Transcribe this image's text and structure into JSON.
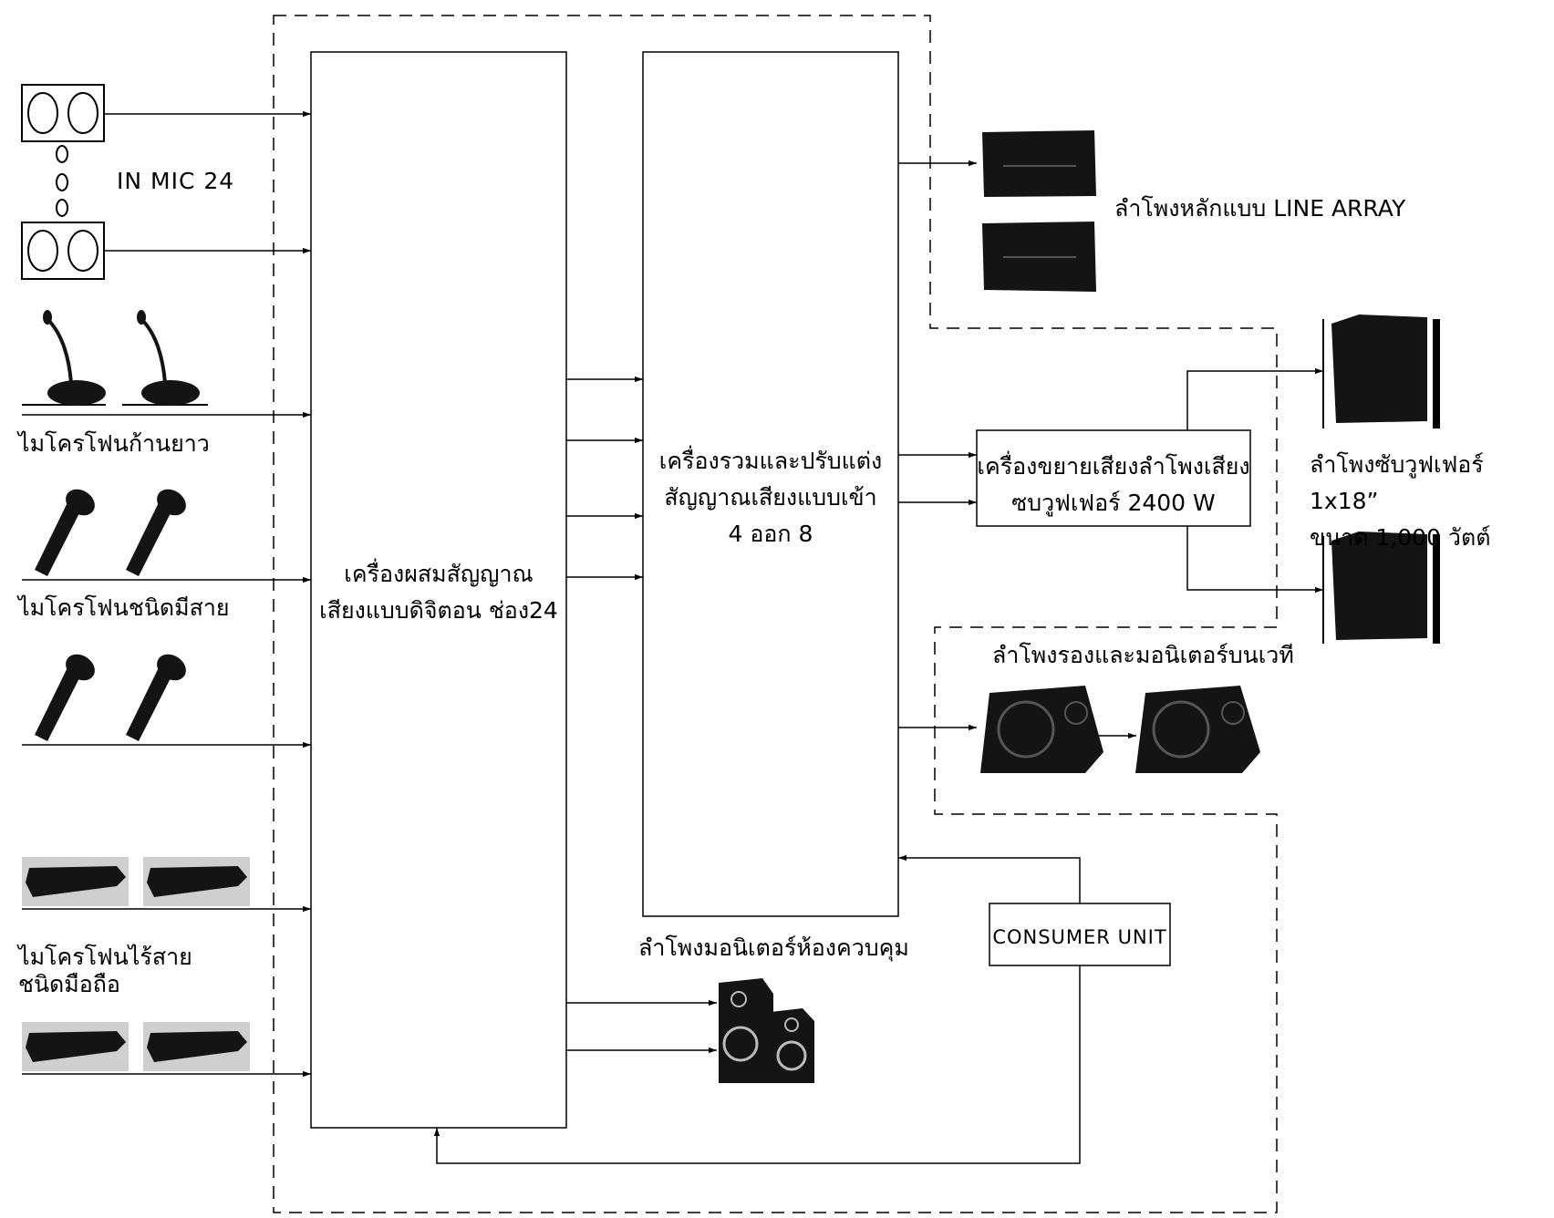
{
  "inputs": {
    "mic_panel": "IN MIC 24",
    "gooseneck_mic": "ไมโครโฟนก้านยาว",
    "wired_mic": "ไมโครโฟนชนิดมีสาย",
    "wireless_mic": "ไมโครโฟนไร้สาย\nชนิดมือถือ"
  },
  "mixer": {
    "label": "เครื่องผสมสัญญาณ\nเสียงแบบดิจิตอน ช่อง24"
  },
  "processor": {
    "label": "เครื่องรวมและปรับแต่ง\nสัญญาณเสียงแบบเข้า\n4 ออก 8"
  },
  "amplifier": {
    "label": "เครื่องขยายเสียงลำโพงเสียง\nซบวูฟเฟอร์ 2400 W"
  },
  "consumer_unit": {
    "label": "CONSUMER UNIT"
  },
  "outputs": {
    "line_array": "ลำโพงหลักแบบ LINE ARRAY",
    "subwoofer": "ลำโพงซับวูฟเฟอร์ 1x18”\nขนาด 1,000 วัตต์",
    "stage_monitor": "ลำโพงรองและมอนิเตอร์บนเวที",
    "control_room_monitor": "ลำโพงมอนิเตอร์ห้องควบคุม"
  },
  "colors": {
    "line": "#000000",
    "device": "#141414",
    "device_light": "#cfcfcf"
  }
}
